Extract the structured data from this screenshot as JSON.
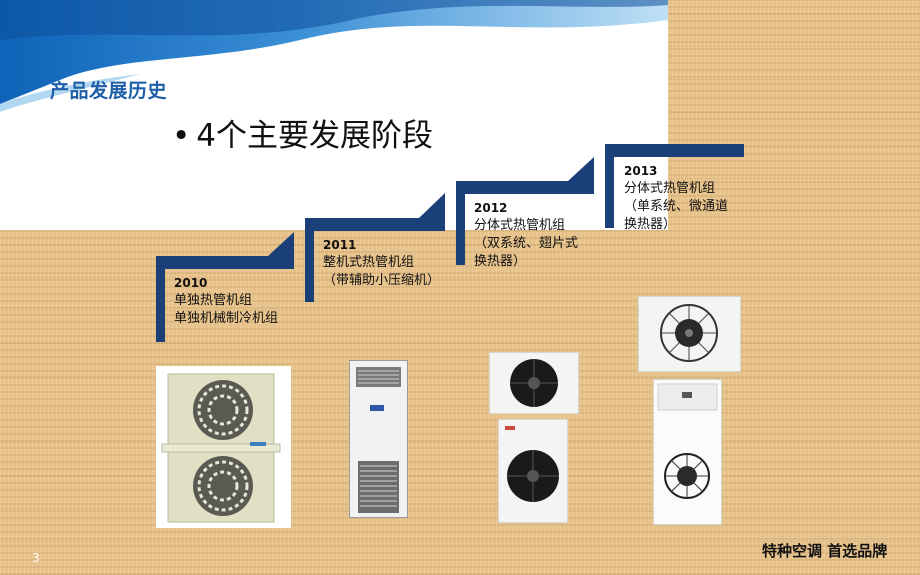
{
  "slide": {
    "section_title": "产品发展历史",
    "bullet": "•",
    "headline": "4个主要发展阶段",
    "page_number": "3",
    "footer": "特种空调 首选品牌"
  },
  "stages": [
    {
      "year": "2010",
      "line1": "单独热管机组",
      "line2": "单独机械制冷机组"
    },
    {
      "year": "2011",
      "line1": "整机式热管机组",
      "line2": "（带辅助小压缩机）"
    },
    {
      "year": "2012",
      "line1": "分体式热管机组",
      "line2": "（双系统、翅片式",
      "line3": "换热器）"
    },
    {
      "year": "2013",
      "line1": "分体式热管机组",
      "line2": "（单系统、微通道",
      "line3": "换热器）"
    }
  ],
  "colors": {
    "title_blue": "#1f5fa8",
    "step_navy": "#1b3f79",
    "wood": "#e7c28a"
  }
}
